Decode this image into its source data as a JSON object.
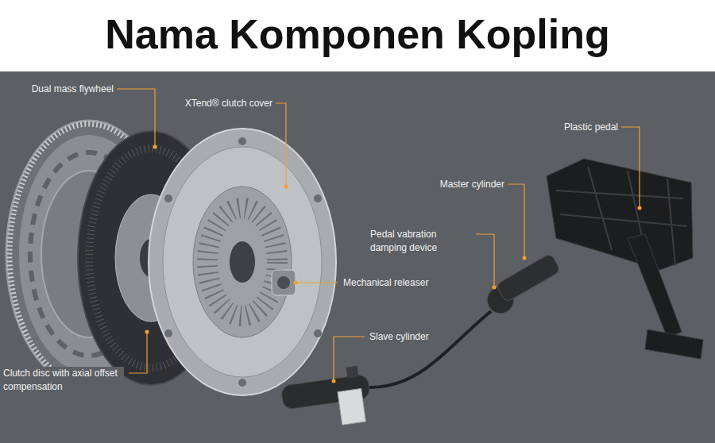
{
  "diagram": {
    "title": "Nama Komponen Kopling",
    "labels": [
      "Dual mass flywheel",
      "XTend® clutch cover",
      "Plastic pedal",
      "Master cylinder",
      "Pedal vabration damping device",
      "Mechanical releaser",
      "Slave cylinder",
      "Clutch disc with axial offset compensation"
    ]
  }
}
